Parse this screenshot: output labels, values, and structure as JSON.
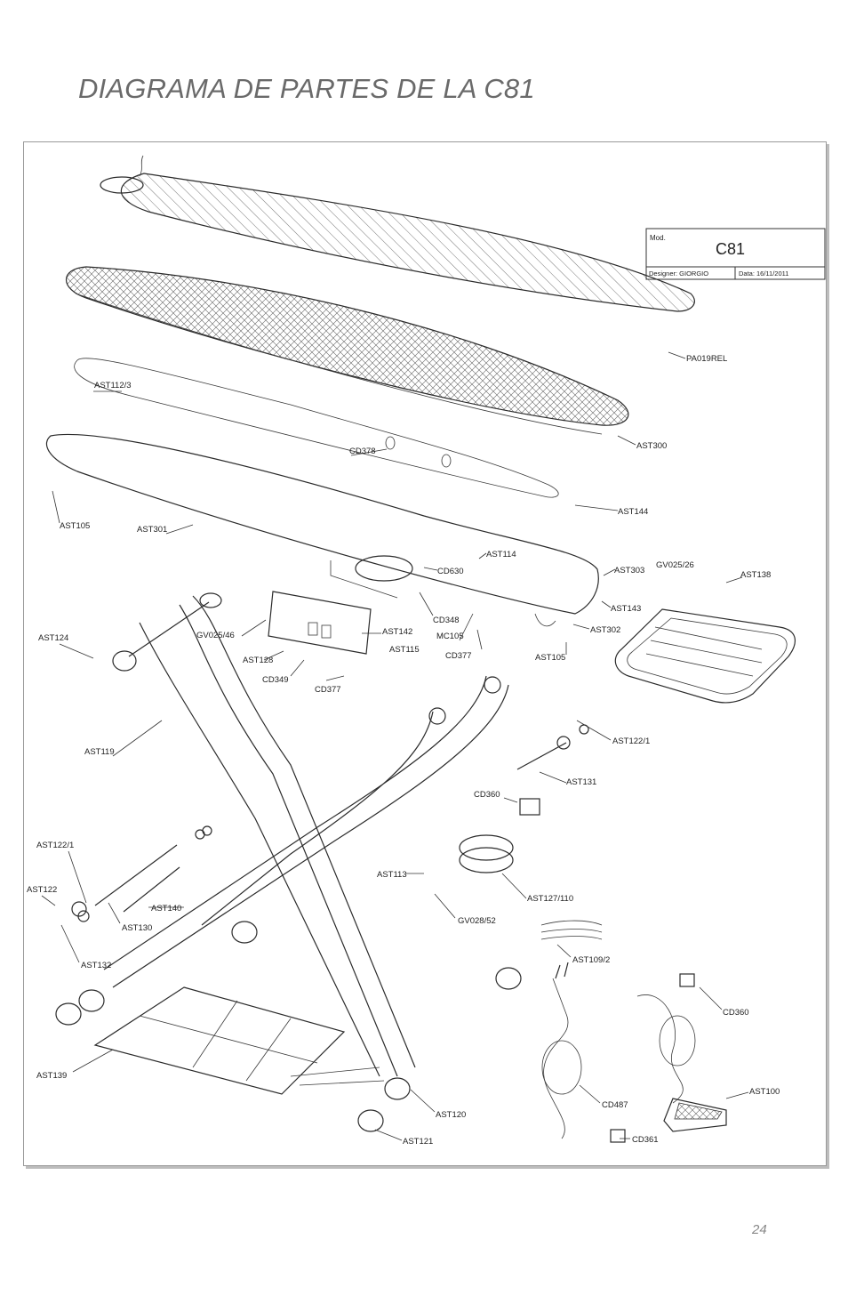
{
  "page": {
    "title": "DIAGRAMA DE PARTES DE LA C81",
    "page_number": "24"
  },
  "title_block": {
    "mod_label": "Mod.",
    "model": "C81",
    "designer": "Designer: GIORGIO",
    "date": "Data: 16/11/2011"
  },
  "parts": [
    "PA019REL",
    "AST300",
    "AST112/3",
    "CD378",
    "AST144",
    "AST105",
    "AST301",
    "AST114",
    "CD630",
    "AST303",
    "GV025/26",
    "AST138",
    "AST143",
    "AST302",
    "AST105",
    "CD348",
    "MC105",
    "CD377",
    "AST124",
    "GV025/46",
    "AST142",
    "AST115",
    "AST128",
    "CD349",
    "CD377",
    "AST122/1",
    "AST131",
    "CD360",
    "AST119",
    "AST122/1",
    "AST122",
    "AST140",
    "AST130",
    "AST132",
    "AST113",
    "GV028/52",
    "AST127/110",
    "AST109/2",
    "CD360",
    "AST139",
    "AST100",
    "CD487",
    "CD361",
    "AST120",
    "AST121"
  ]
}
